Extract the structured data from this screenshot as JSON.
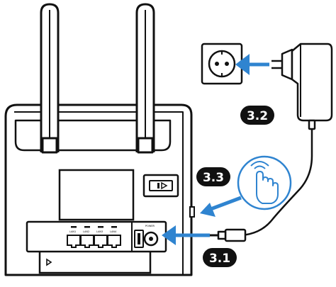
{
  "steps": {
    "step_1": "3.1",
    "step_2": "3.2",
    "step_3": "3.3"
  },
  "ports": {
    "lan1": "LAN1",
    "lan2": "LAN2",
    "lan3": "LAN3",
    "lan4": "LAN4",
    "power": "POWER"
  },
  "colors": {
    "arrow": "#2f84d0",
    "badge": "#111111",
    "line": "#111111"
  }
}
